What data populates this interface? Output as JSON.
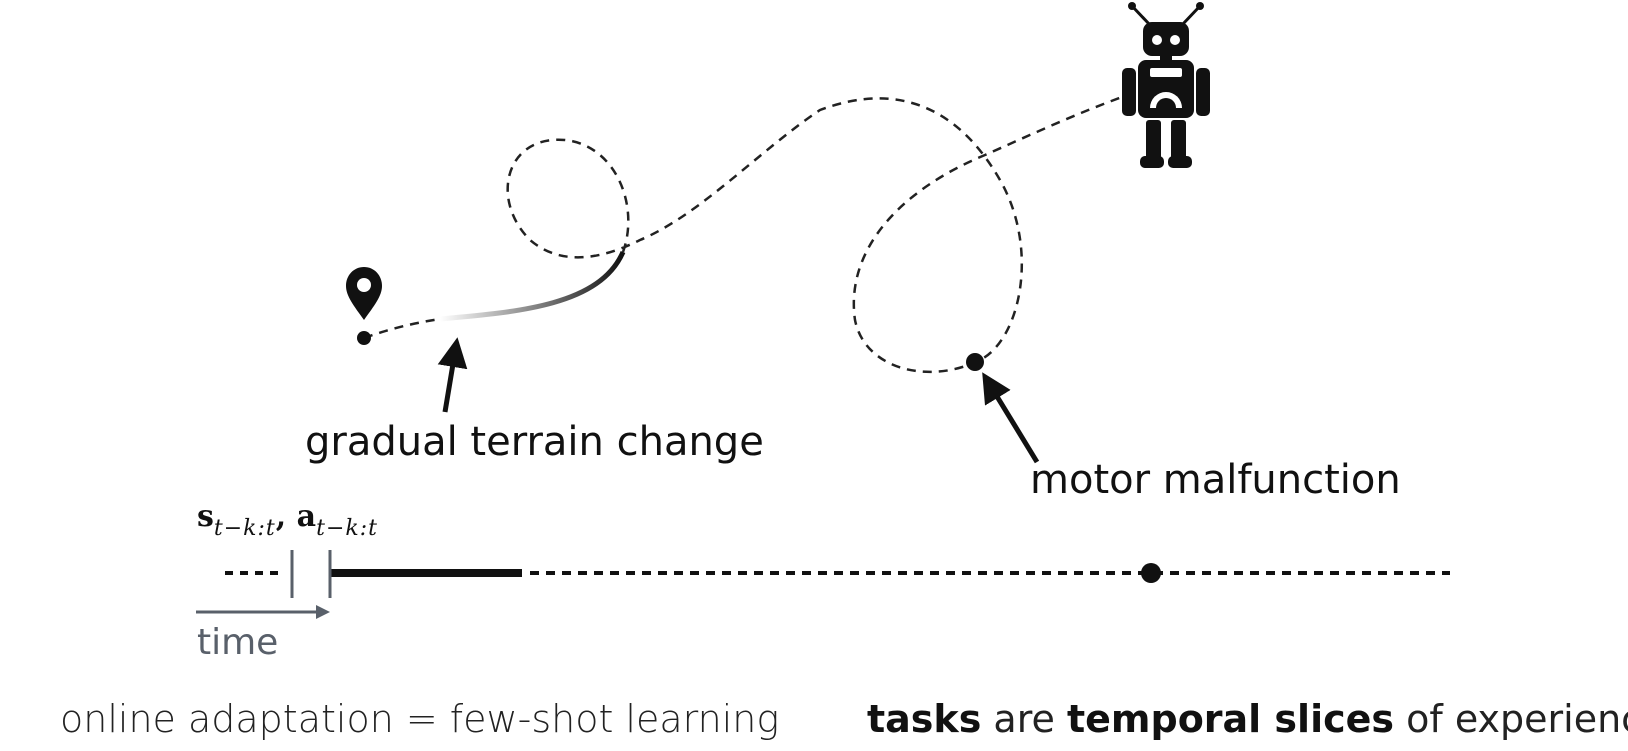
{
  "labels": {
    "gradual_change": "gradual terrain change",
    "motor_malfunction": "motor malfunction",
    "time": "time"
  },
  "slice_notation": {
    "state_symbol": "s",
    "state_subscript": "t−k:t",
    "separator": ",",
    "action_symbol": "a",
    "action_subscript": "t−k:t"
  },
  "captions": {
    "left": "online adaptation = few-shot learning",
    "right_bold_1": "tasks",
    "right_text_1": " are ",
    "right_bold_2": "temporal slices",
    "right_text_2": " of experience"
  },
  "icons": [
    "location-pin-icon",
    "robot-icon"
  ],
  "colors": {
    "ink": "#111111",
    "time_arrow": "#59606a"
  }
}
